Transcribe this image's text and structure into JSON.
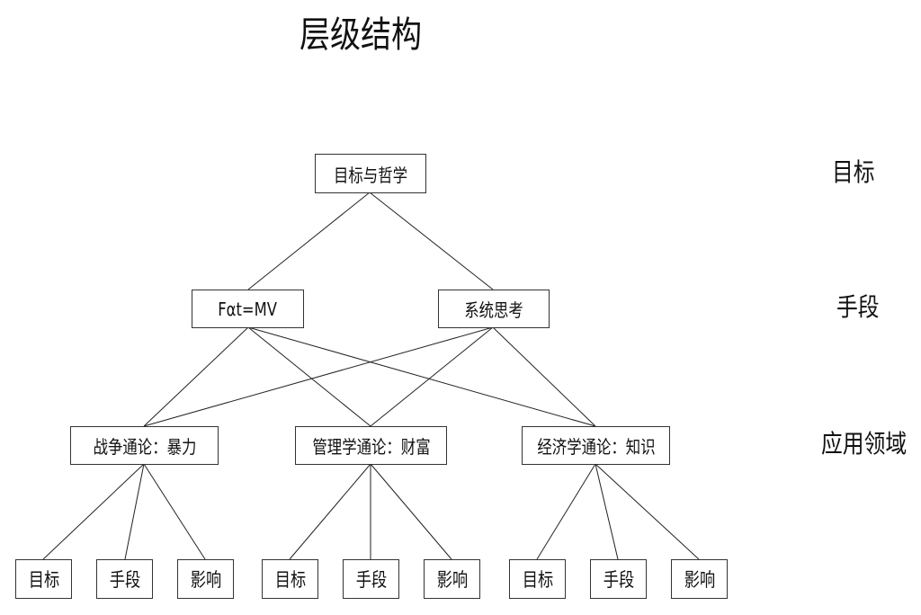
{
  "title": "层级结构",
  "levels": {
    "goal": "目标",
    "means": "手段",
    "application": "应用领域"
  },
  "nodes": {
    "root": "目标与哲学",
    "means_left": "Fαt=MV",
    "means_right": "系统思考",
    "war": "战争通论：暴力",
    "management": "管理学通论：财富",
    "economics": "经济学通论：知识"
  },
  "leaves": {
    "war": [
      "目标",
      "手段",
      "影响"
    ],
    "management": [
      "目标",
      "手段",
      "影响"
    ],
    "economics": [
      "目标",
      "手段",
      "影响"
    ]
  },
  "colors": {
    "line": "#222222",
    "border": "#333333"
  }
}
